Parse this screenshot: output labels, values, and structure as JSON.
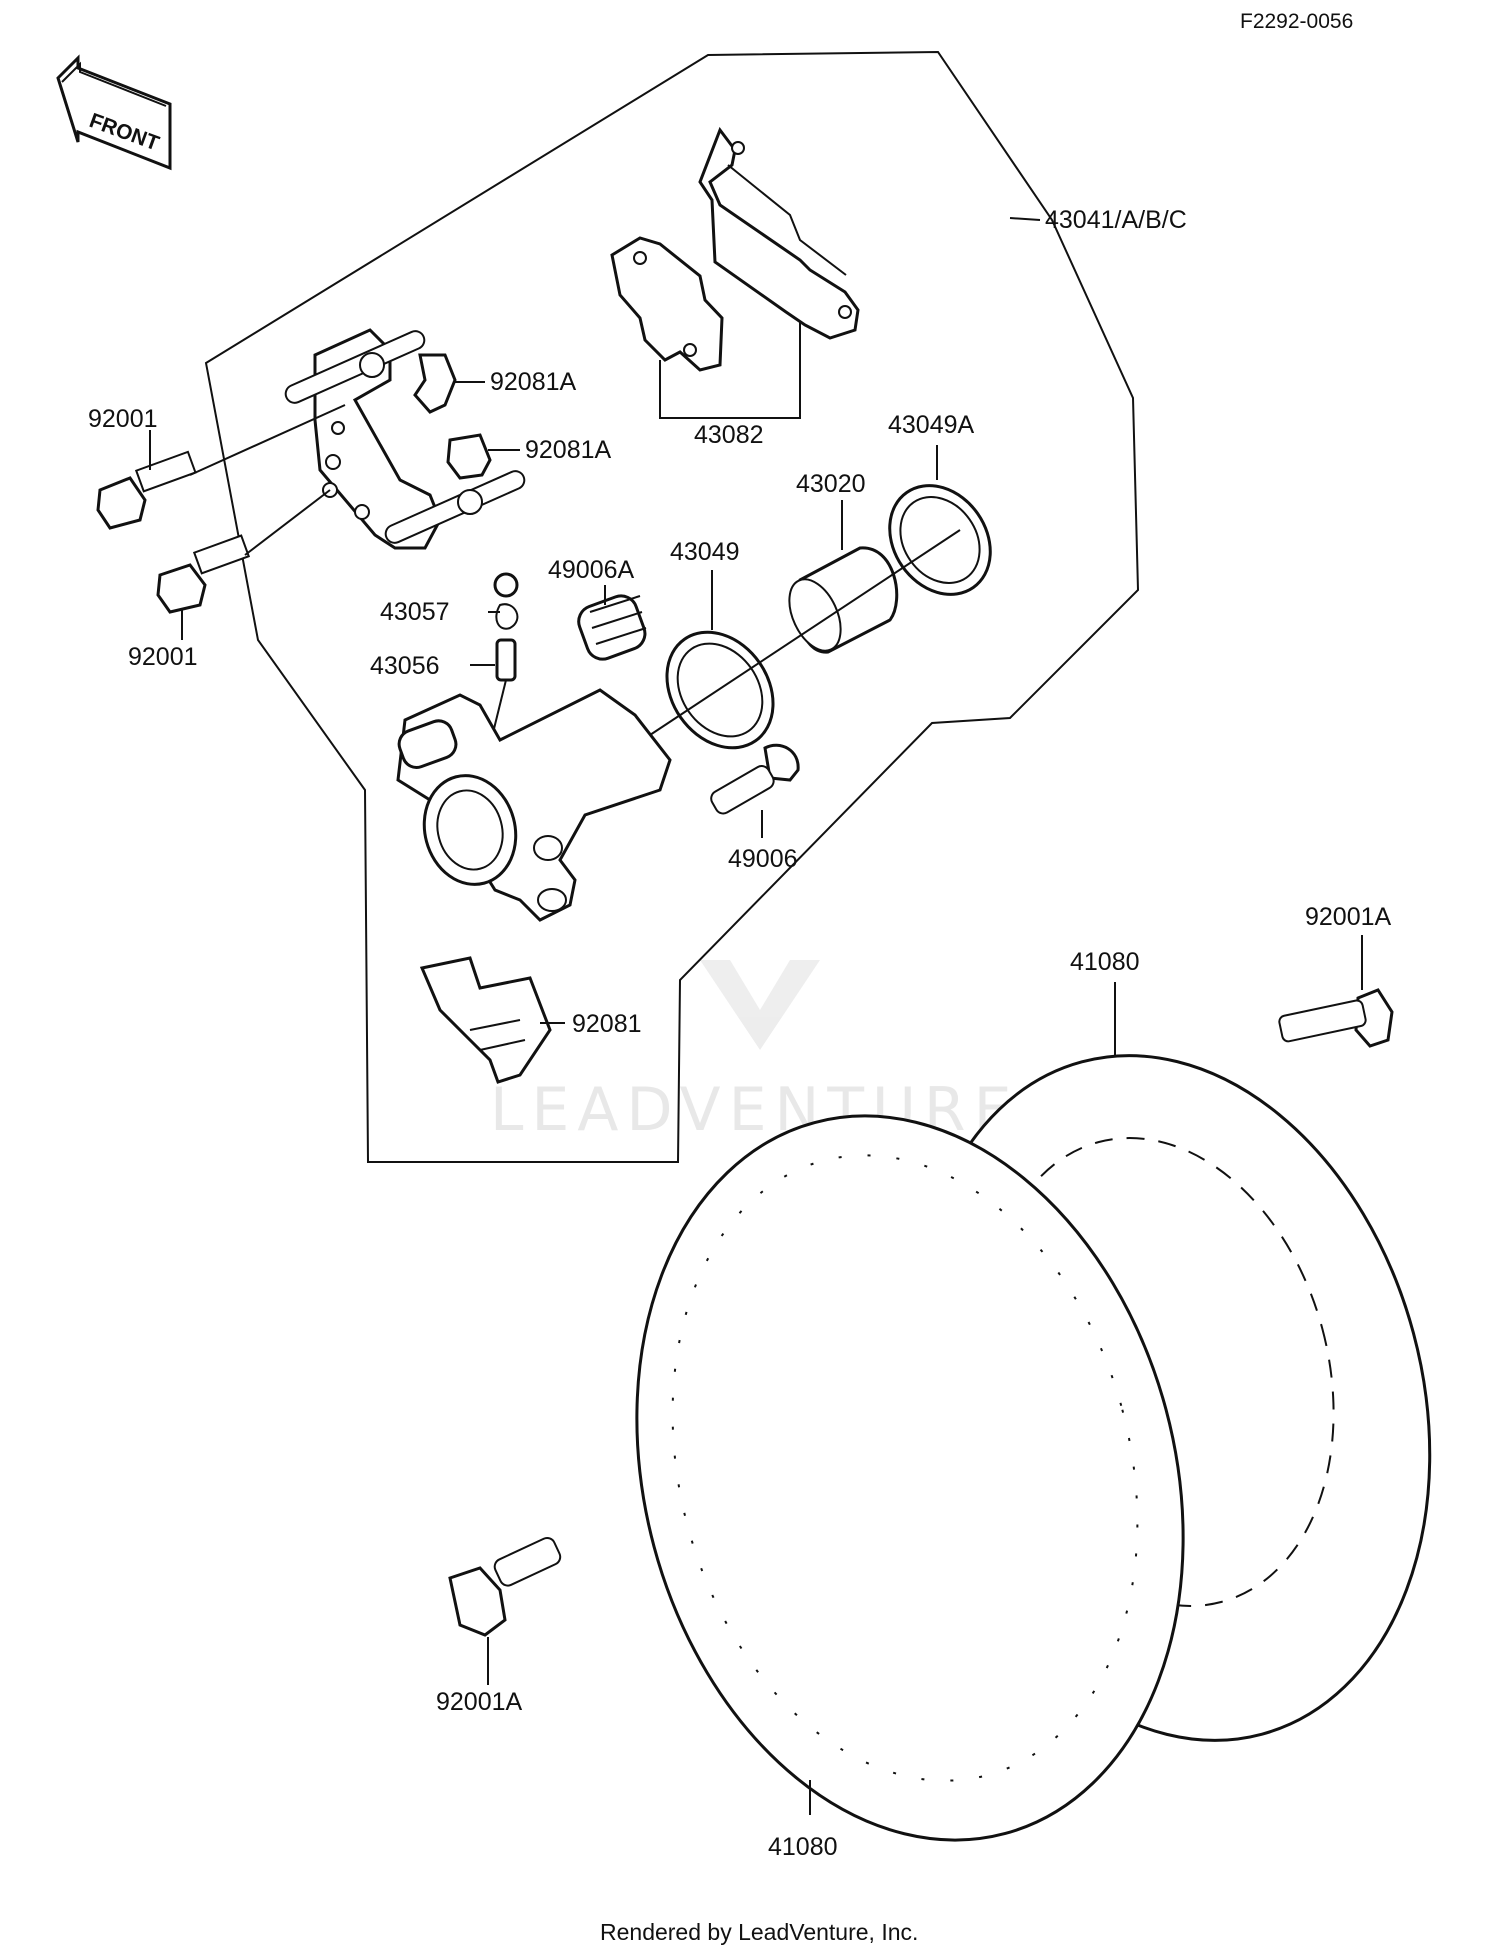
{
  "drawing_id": "F2292-0056",
  "front_label": "FRONT",
  "footer": "Rendered by LeadVenture, Inc.",
  "watermark": "LEADVENTURE",
  "labels": {
    "assembly": "43041/A/B/C",
    "pads": "43082",
    "bolt_upper": "92001",
    "bolt_lower": "92001",
    "clip_upper": "92081A",
    "clip_lower": "92081A",
    "seal_outer": "43049A",
    "piston": "43020",
    "seal_inner": "43049",
    "boot": "49006A",
    "bleeder_cap": "43057",
    "bleeder": "43056",
    "pin": "49006",
    "spring": "92081",
    "disc_rear": "41080",
    "disc_front": "41080",
    "disc_bolt_right": "92001A",
    "disc_bolt_left": "92001A"
  }
}
